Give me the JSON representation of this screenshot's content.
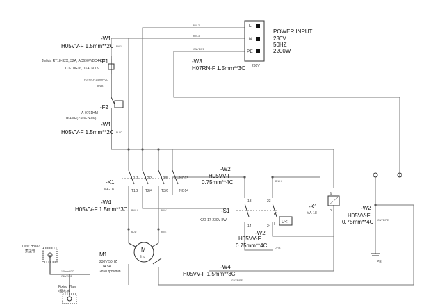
{
  "power_input": {
    "title": "POWER INPUT",
    "voltage": "230V",
    "frequency": "50HZ",
    "power": "2200W",
    "terminal_l": "L",
    "terminal_n": "N",
    "terminal_pe": "PE",
    "terminal_voltage": "230V"
  },
  "cables": {
    "w1_top_tag": "-W1",
    "w1_top_spec": "H05VV-F 1.5mm**2C",
    "w1_mid_tag": "-W1",
    "w1_mid_spec": "H05VV-F 1.5mm**2C",
    "w2_top_tag": "-W2",
    "w2_top_spec": "H05VV-F",
    "w2_top_spec2": "0.75mm**4C",
    "w2_mid_tag": "-W2",
    "w2_mid_spec": "H05VV-F",
    "w2_mid_spec2": "0.75mm**4C",
    "w2_right_tag": "-W2",
    "w2_right_spec": "H05VV-F",
    "w2_right_spec2": "0.75mm**4C",
    "w3_tag": "-W3",
    "w3_spec": "H07RN-F 1.5mm**3C",
    "w4_top_tag": "-W4",
    "w4_top_spec": "H05VV-F 1.5mm**3C",
    "w4_bottom_tag": "-W4",
    "w4_bottom_spec": "H05VV-F 1.5mm**3C"
  },
  "components": {
    "f1_tag": "-F1",
    "f1_spec_1": "Jinlida RT18-32X, 32A, AC690V/DC440V",
    "f1_spec_2": "CT-10G16, 16A, 600V",
    "f2_tag": "-F2",
    "f2_spec_1": "A-0701HM",
    "f2_spec_2": "16AMP(230V-240V)",
    "k1_tag": "-K1",
    "k1_model": "MA-18",
    "k1_coil_tag": "-K1",
    "k1_coil_model": "MA-18",
    "s1_tag": "-S1",
    "s1_model": "KJD-17-230V-8W",
    "s1_undervoltage": "U<",
    "motor_tag": "M1",
    "motor_symbol": "M",
    "motor_phase": "1~",
    "motor_spec_1": "230V 50HZ",
    "motor_spec_2": "14.5A",
    "motor_spec_3": "2850 rpm/min",
    "dust_hose": "Dust Hose/",
    "dust_hose_cn": "集尘管",
    "fixing_plate": "Fixing Plate",
    "fixing_plate_cn": "/固定板",
    "pe_label": "PE"
  },
  "contacts": {
    "l1": "L1/1",
    "l2": "L2/3",
    "l3": "L3/5",
    "no13": "NO13",
    "t1": "T1/2",
    "t2": "T2/4",
    "t3": "T3/6",
    "no14": "NO14",
    "s1_13": "13",
    "s1_14": "14",
    "s1_23": "23",
    "s1_24": "24",
    "coil_a": "a",
    "coil_b": "b"
  },
  "wire_labels": {
    "w_l": "BN/L2",
    "w_n": "BU/L3",
    "w_pe": "GNYE/PE",
    "w_bn1": "BN/1",
    "h07": "H07RN-F 1.5mm**2C",
    "bn_b": "BN/B",
    "bu_c": "BU/C",
    "bn_h": "BN/H",
    "bn_u": "BN/U",
    "bu_v": "BU/V",
    "bk_d": "BK/D",
    "bu_e": "BU/E",
    "bk_i": "BK/I",
    "bk_j": "BK/J",
    "dy_b": "DY/B",
    "gnye_right": "GNYE/PE",
    "gnye_bottom": "GNYE/PE",
    "hose_wire": "1.5mm**2C",
    "hose_wire2": "GNYE/PE"
  }
}
